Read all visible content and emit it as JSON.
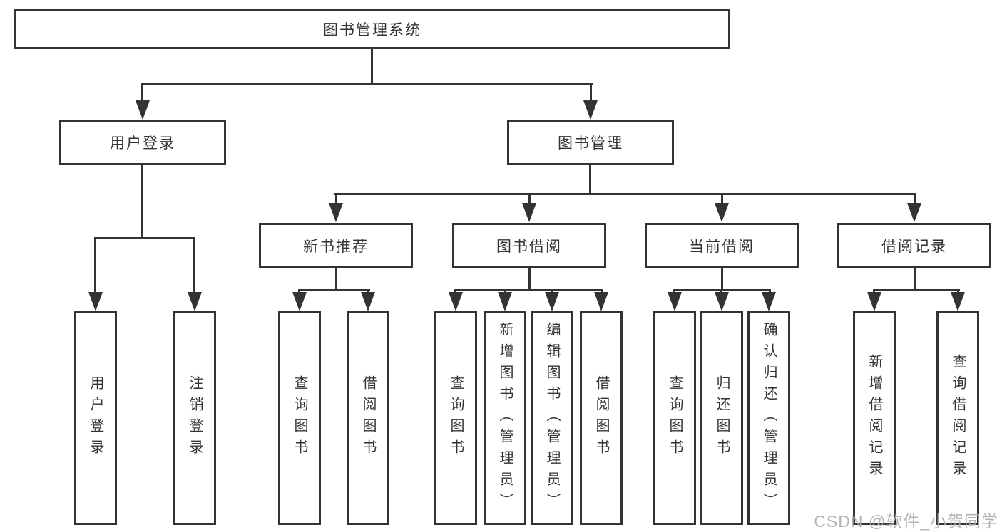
{
  "diagram": {
    "root": "图书管理系统",
    "level2": [
      "用户登录",
      "图书管理"
    ],
    "level3": [
      "新书推荐",
      "图书借阅",
      "当前借阅",
      "借阅记录"
    ],
    "groups": {
      "login": [
        "用户登录",
        "注销登录"
      ],
      "recommend": [
        "查询图书",
        "借阅图书"
      ],
      "borrow": [
        "查询图书",
        "新增图书（管理员）",
        "编辑图书（管理员）",
        "借阅图书"
      ],
      "current": [
        "查询图书",
        "归还图书",
        "确认归还（管理员）"
      ],
      "records": [
        "新增借阅记录",
        "查询借阅记录"
      ]
    }
  },
  "watermark": "CSDN @软件_小贺同学",
  "colors": {
    "line": "#333333",
    "text": "#333333",
    "box_background": "#ffffff",
    "page_background": "#ffffff",
    "watermark": "#acacac"
  }
}
